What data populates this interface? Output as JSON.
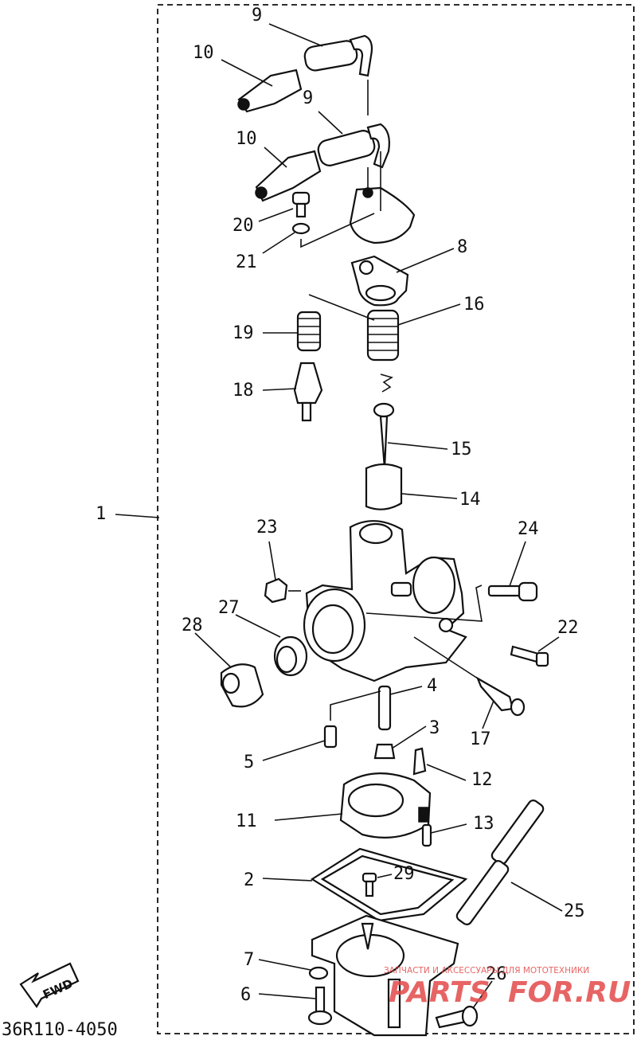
{
  "diagram": {
    "part_labels": [
      "1",
      "2",
      "3",
      "4",
      "5",
      "6",
      "7",
      "8",
      "9",
      "9",
      "10",
      "10",
      "11",
      "12",
      "13",
      "14",
      "15",
      "16",
      "17",
      "18",
      "19",
      "20",
      "21",
      "22",
      "23",
      "24",
      "25",
      "26",
      "27",
      "28",
      "29"
    ],
    "footer_code": "36R110-4050",
    "fwd_label": "FWD"
  },
  "watermark": {
    "caption": "ЗАПЧАСТИ И АКСЕССУАРЫ ДЛЯ МОТОТЕХНИКИ",
    "brand_left": "PARTS",
    "brand_right": "FOR.RU",
    "color": "#e34a4a"
  }
}
